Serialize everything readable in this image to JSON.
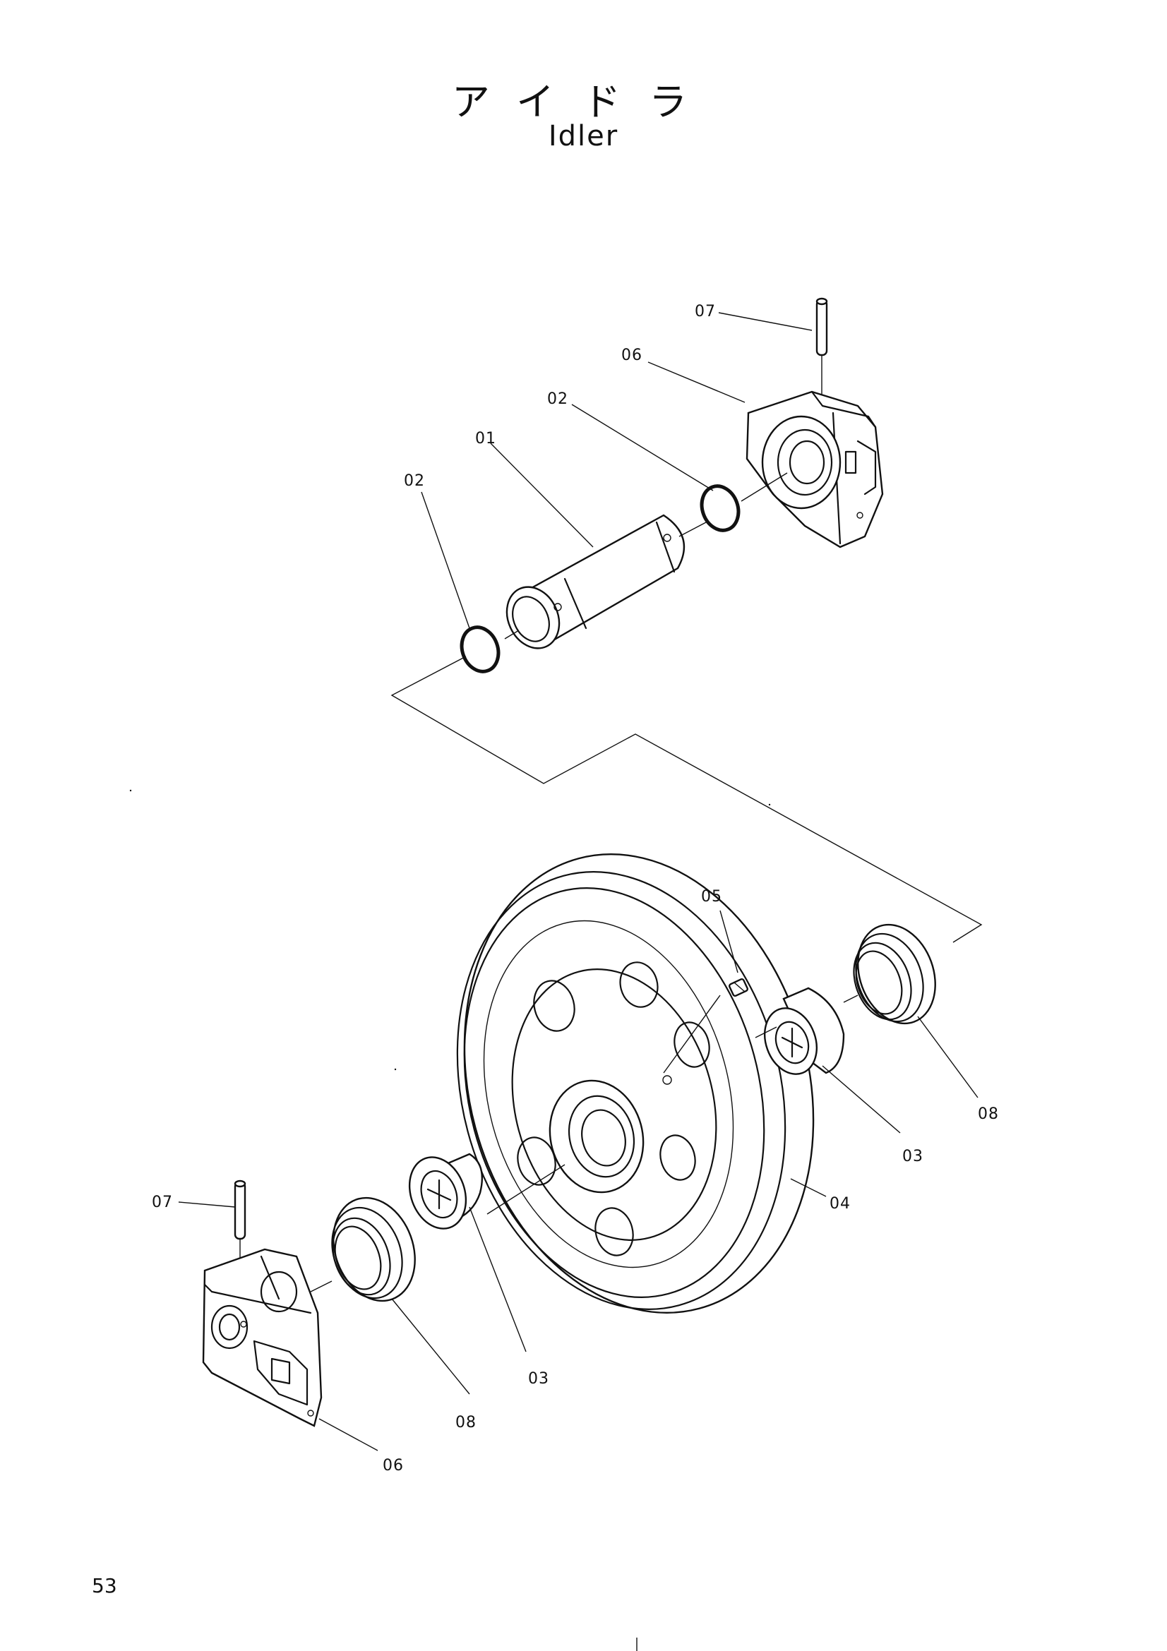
{
  "title": {
    "japanese": "アイドラ",
    "english": "Idler"
  },
  "page_number": "53",
  "callouts": {
    "c07_top": "07",
    "c06_top": "06",
    "c02_right": "02",
    "c01": "01",
    "c02_left": "02",
    "c05": "05",
    "c08_right": "08",
    "c03_right": "03",
    "c04": "04",
    "c07_left": "07",
    "c03_left": "03",
    "c08_left": "08",
    "c06_bottom": "06"
  }
}
